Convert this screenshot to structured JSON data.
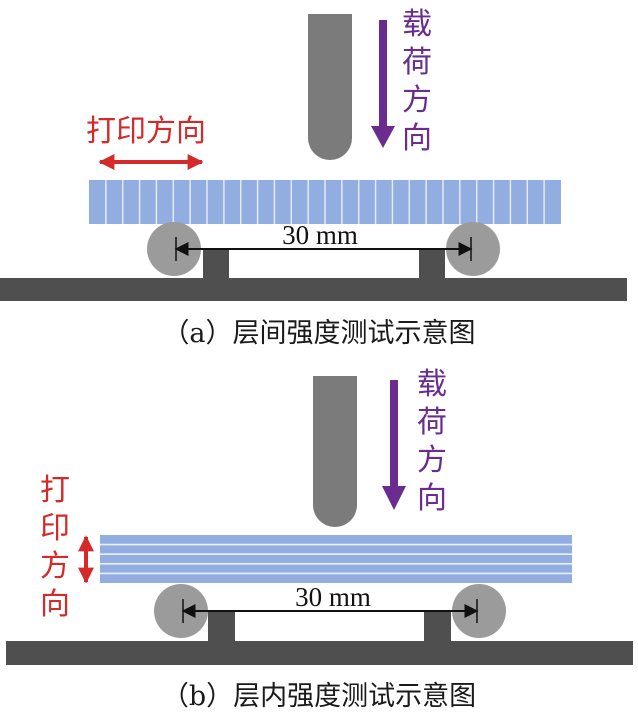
{
  "colors": {
    "load": "#6a2d8f",
    "print": "#d42a2a",
    "specimen": "#92aee0",
    "specimen_line": "#e8eefb",
    "base": "#4f4f4f",
    "roller": "#9b9b9b",
    "indenter": "#7b7b7b"
  },
  "panel_a": {
    "load_label": [
      "载",
      "荷",
      "方",
      "向"
    ],
    "print_label": "打印方向",
    "span_label": "30 mm",
    "caption": "（a）层间强度测试示意图"
  },
  "panel_b": {
    "load_label": [
      "载",
      "荷",
      "方",
      "向"
    ],
    "print_label": [
      "打",
      "印",
      "方",
      "向"
    ],
    "span_label": "30 mm",
    "caption": "（b）层内强度测试示意图"
  }
}
